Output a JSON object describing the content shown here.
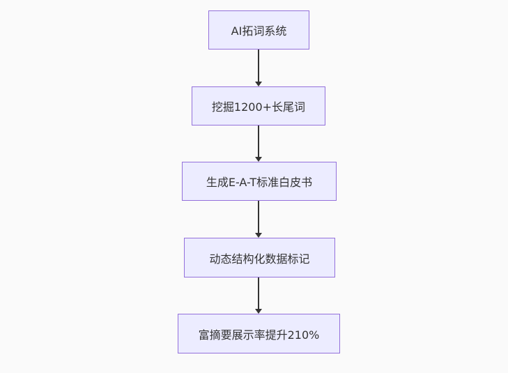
{
  "page": {
    "background_color": "#fafafa"
  },
  "flowchart": {
    "type": "flowchart",
    "direction": "top-down",
    "style": {
      "node_fill": "#ECECFF",
      "node_border": "#9370DB",
      "text_color": "#333333",
      "arrow_color": "#333333"
    },
    "nodes": [
      {
        "id": "n1",
        "label": "AI拓词系统"
      },
      {
        "id": "n2",
        "label": "挖掘1200+长尾词"
      },
      {
        "id": "n3",
        "label": "生成E-A-T标准白皮书"
      },
      {
        "id": "n4",
        "label": "动态结构化数据标记"
      },
      {
        "id": "n5",
        "label": "富摘要展示率提升210%"
      }
    ],
    "edges": [
      {
        "from": "n1",
        "to": "n2"
      },
      {
        "from": "n2",
        "to": "n3"
      },
      {
        "from": "n3",
        "to": "n4"
      },
      {
        "from": "n4",
        "to": "n5"
      }
    ]
  }
}
